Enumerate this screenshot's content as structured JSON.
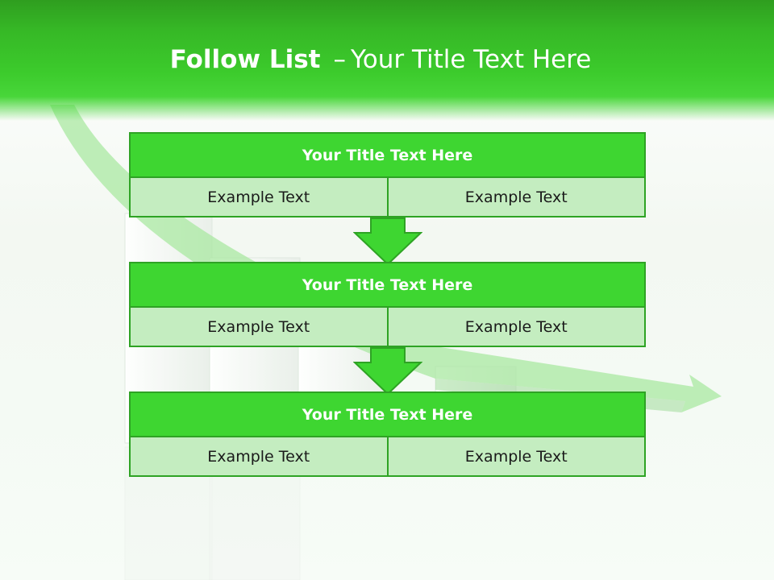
{
  "slide": {
    "title_bold": "Follow List",
    "title_sep": "–",
    "title_rest": "Your Title Text Here"
  },
  "steps": [
    {
      "title": "Your Title Text Here",
      "cells": [
        "Example Text",
        "Example Text"
      ]
    },
    {
      "title": "Your Title Text Here",
      "cells": [
        "Example Text",
        "Example Text"
      ]
    },
    {
      "title": "Your Title Text Here",
      "cells": [
        "Example Text",
        "Example Text"
      ]
    }
  ],
  "colors": {
    "header_green": "#3ccb2c",
    "box_title_fill": "#3ed631",
    "box_cell_fill": "#c4edc0",
    "border_green": "#2ea324",
    "arrow_fill": "#3ed631"
  },
  "icons": [
    "down-arrow-icon"
  ]
}
